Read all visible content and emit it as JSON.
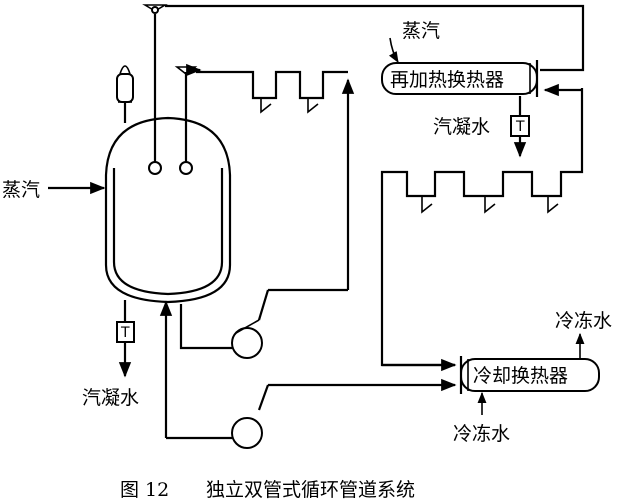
{
  "labels": {
    "steam_left": "蒸汽",
    "steam_top": "蒸汽",
    "reheat_exchanger": "再加热换热器",
    "condensate_right": "汽凝水",
    "condensate_left": "汽凝水",
    "cooling_exchanger": "冷却换热器",
    "chilled_water_out": "冷冻水",
    "chilled_water_in": "冷冻水",
    "trap_symbol": "T"
  },
  "caption": {
    "number": "图 12",
    "title": "独立双管式循环管道系统"
  }
}
